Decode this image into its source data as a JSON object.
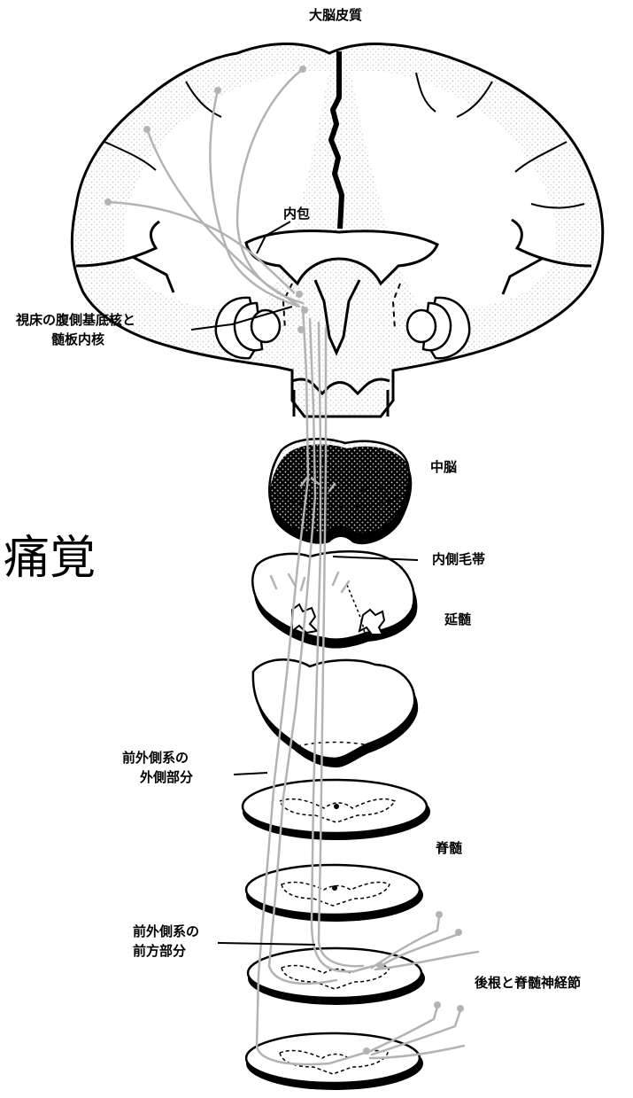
{
  "title": "痛覚",
  "labels": {
    "cortex": "大脳皮質",
    "internal_capsule": "内包",
    "thalamus_line1": "視床の腹側基底核と",
    "thalamus_line2": "髄板内核",
    "midbrain": "中脳",
    "medial_lemniscus": "内側毛帯",
    "medulla": "延髄",
    "lateral_line1": "前外側系の",
    "lateral_line2": "外側部分",
    "spinal_cord": "脊髄",
    "anterior_line1": "前外側系の",
    "anterior_line2": "前方部分",
    "dorsal_root": "後根と脊髄神経節"
  },
  "colors": {
    "line": "#000000",
    "pathway": "#b3b3b3",
    "stipple": "#d6d6d6"
  }
}
